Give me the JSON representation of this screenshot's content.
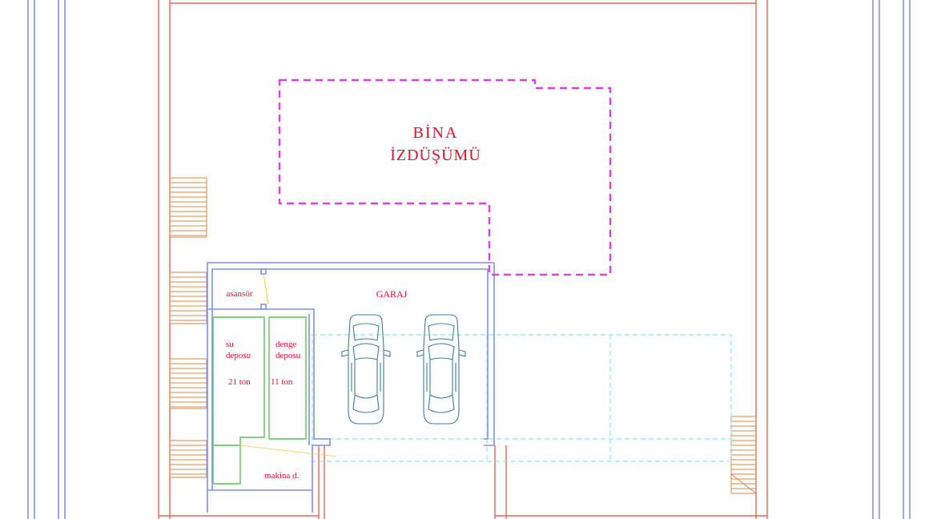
{
  "plan": {
    "building_projection": {
      "line1": "BİNA",
      "line2": "İZDÜŞÜMÜ"
    },
    "garage": {
      "label": "GARAJ"
    },
    "elevator": {
      "label": "asansör"
    },
    "water_tank": {
      "line1": "su",
      "line2": "deposu",
      "capacity": "21 ton"
    },
    "balance_tank": {
      "line1": "denge",
      "line2": "deposu",
      "capacity": "11 ton"
    },
    "machine_room": {
      "label": "makina d."
    },
    "colors": {
      "lot_boundary": "#e4635a",
      "setback_lines": "#5d6ee0",
      "projection": "#e040e0",
      "garage_walls": "#7f93e0",
      "tanks": "#5cc25c",
      "driveway": "#8ee8f0",
      "stairs": "#d9884a",
      "cars": "#3f7f99",
      "labels": "#e0102a"
    }
  }
}
